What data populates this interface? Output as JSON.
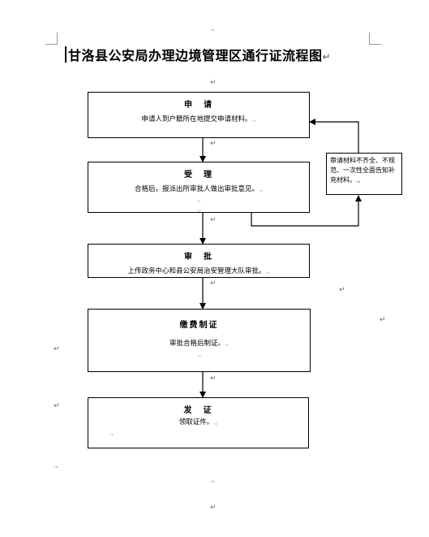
{
  "title": "甘洛县公安局办理边境管理区通行证流程图",
  "para_mark": "↵",
  "cell_mark": ".,",
  "steps": [
    {
      "title": "申　请",
      "body": "申请人到户籍所在地提交申请材料。"
    },
    {
      "title": "受　理",
      "body": "合格后，报派出所审批人做出审批意见。"
    },
    {
      "title": "审　批",
      "body": "上传政务中心和县公安局治安管理大队审批。"
    },
    {
      "title": "缴费制证",
      "body": "审批合格后制证。"
    },
    {
      "title": "发　证",
      "body": "领取证件。"
    }
  ],
  "side_note": "审请材料不齐全、不规范、一次性全面告知补充材料。"
}
